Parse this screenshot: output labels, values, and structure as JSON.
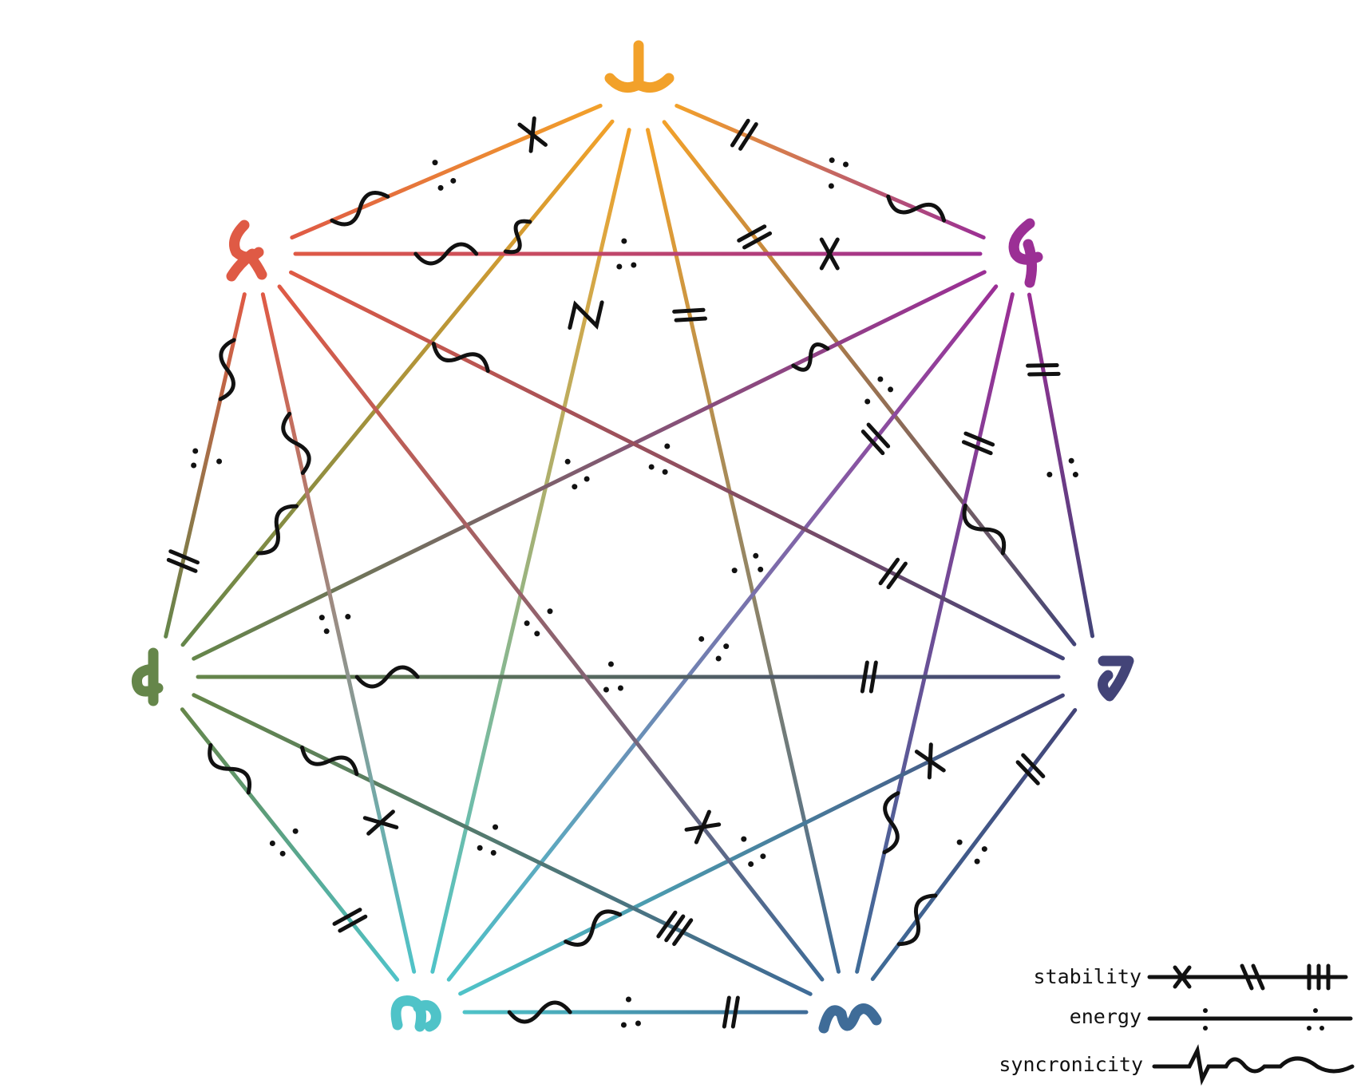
{
  "colors": {
    "orange": "#f2a12a",
    "magenta": "#9b2f95",
    "navy": "#434478",
    "steel_blue": "#3f6c98",
    "teal": "#4fc3c8",
    "green": "#65864a",
    "red": "#df5a45",
    "ink": "#111111"
  },
  "nodes": [
    {
      "id": "top",
      "color": "orange"
    },
    {
      "id": "upper-right",
      "color": "magenta"
    },
    {
      "id": "right",
      "color": "navy"
    },
    {
      "id": "bottom-right",
      "color": "steel_blue"
    },
    {
      "id": "bottom-left",
      "color": "teal"
    },
    {
      "id": "left",
      "color": "green"
    },
    {
      "id": "upper-left",
      "color": "red"
    }
  ],
  "edges": [
    {
      "from": 0,
      "to": 1,
      "mark": "stability-2",
      "energy": 1,
      "sync": 1
    },
    {
      "from": 0,
      "to": 2,
      "mark": "stability-2",
      "energy": 1,
      "sync": 1
    },
    {
      "from": 0,
      "to": 3,
      "mark": "stability-2",
      "energy": 1,
      "sync": 0
    },
    {
      "from": 0,
      "to": 4,
      "mark": "zigzag",
      "energy": 0,
      "sync": 0
    },
    {
      "from": 0,
      "to": 5,
      "mark": "wave",
      "energy": 0,
      "sync": 1
    },
    {
      "from": 0,
      "to": 6,
      "mark": "stability-1",
      "energy": 1,
      "sync": 1
    },
    {
      "from": 1,
      "to": 2,
      "mark": "stability-2",
      "energy": 1,
      "sync": 0
    },
    {
      "from": 1,
      "to": 3,
      "mark": "stability-2",
      "energy": 0,
      "sync": 1
    },
    {
      "from": 1,
      "to": 4,
      "mark": "stability-2",
      "energy": 1,
      "sync": 0
    },
    {
      "from": 1,
      "to": 5,
      "mark": "wave",
      "energy": 1,
      "sync": 0
    },
    {
      "from": 1,
      "to": 6,
      "mark": "stability-1",
      "energy": 1,
      "sync": 1
    },
    {
      "from": 2,
      "to": 3,
      "mark": "stability-2",
      "energy": 1,
      "sync": 1
    },
    {
      "from": 2,
      "to": 4,
      "mark": "stability-1",
      "energy": 1,
      "sync": 1
    },
    {
      "from": 2,
      "to": 5,
      "mark": "stability-2",
      "energy": 1,
      "sync": 1
    },
    {
      "from": 2,
      "to": 6,
      "mark": "stability-2",
      "energy": 1,
      "sync": 1
    },
    {
      "from": 3,
      "to": 4,
      "mark": "stability-2",
      "energy": 1,
      "sync": 1
    },
    {
      "from": 3,
      "to": 5,
      "mark": "stability-3",
      "energy": 1,
      "sync": 1
    },
    {
      "from": 3,
      "to": 6,
      "mark": "stability-1",
      "energy": 1,
      "sync": 0
    },
    {
      "from": 4,
      "to": 5,
      "mark": "stability-2",
      "energy": 1,
      "sync": 1
    },
    {
      "from": 4,
      "to": 6,
      "mark": "stability-1",
      "energy": 1,
      "sync": 1
    },
    {
      "from": 5,
      "to": 6,
      "mark": "stability-2",
      "energy": 1,
      "sync": 1
    }
  ],
  "legend": [
    {
      "label": "stability",
      "pattern": "stability"
    },
    {
      "label": "energy",
      "pattern": "energy"
    },
    {
      "label": "syncronicity",
      "pattern": "syncronicity"
    }
  ]
}
